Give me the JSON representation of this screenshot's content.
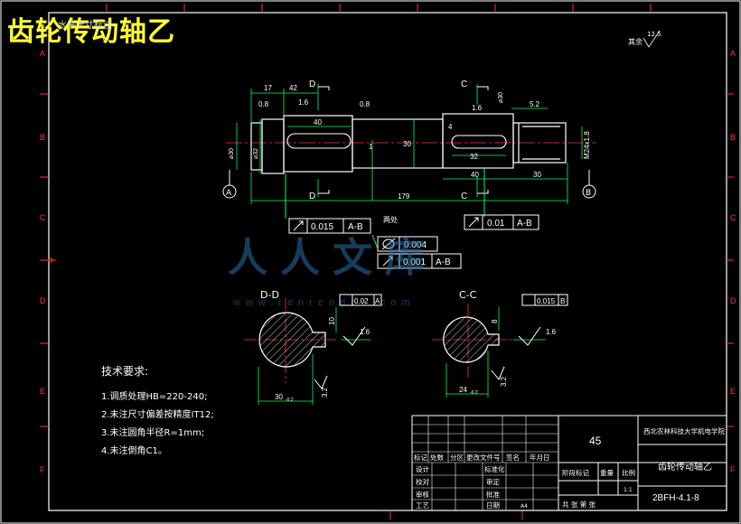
{
  "title": "齿轮传动轴乙",
  "title_tag": "水平尺寸标注",
  "roughness_note": {
    "label": "其余",
    "value": "12.5"
  },
  "border_letters": [
    "A",
    "B",
    "C",
    "D",
    "E",
    "F"
  ],
  "shaft": {
    "dims": {
      "d17": "17",
      "d42": "42",
      "d08a": "0.8",
      "d08b": "0.8",
      "d16a": "1.6",
      "d16b": "1.6",
      "d40key": "40",
      "d4": "4",
      "d52": "5.2",
      "d1": "1",
      "d30": "30",
      "d32": "32",
      "d40": "40",
      "d30b": "30",
      "d179": "179",
      "thread": "M24x1.8",
      "dia_left": "⌀30",
      "dia_left2": "⌀32",
      "dia_right": "⌀30"
    },
    "section_marks": {
      "D": "D",
      "C": "C"
    },
    "datums": {
      "A": "A",
      "B": "B"
    }
  },
  "tolerances": {
    "left": {
      "value": "0.015",
      "datum": "A-B"
    },
    "right": {
      "value": "0.01",
      "datum": "A-B"
    },
    "center_label": "两处",
    "cyl": {
      "value": "0.004"
    },
    "runout": {
      "value": "0.001",
      "datum": "A-B"
    }
  },
  "watermark": {
    "text": "人人文库",
    "url": "www.renrendoc.com"
  },
  "sections": {
    "dd": {
      "label": "D-D",
      "sym": "0.02",
      "datum": "A",
      "rough": "1.6",
      "depth": "10",
      "width": "30",
      "width_tol": "-0.2",
      "side": "3.2"
    },
    "cc": {
      "label": "C-C",
      "sym": "0.015",
      "datum": "B",
      "rough": "1.6",
      "depth": "8",
      "width": "24",
      "width_tol": "-0.2",
      "side": "3.2"
    }
  },
  "requirements": {
    "heading": "技术要求:",
    "items": [
      "1.调质处理HB=220-240;",
      "2.未注尺寸偏差按精度IT12;",
      "3.未注圆角半径R=1mm;",
      "4.未注倒角C1。"
    ]
  },
  "title_block": {
    "material": "45",
    "school": "西北农林科技大学机电学院",
    "part_name": "齿轮传动轴乙",
    "drawing_no": "2BFH-4.1-8",
    "rev_headers": [
      "标记",
      "处数",
      "分区",
      "更改文件号",
      "签名",
      "年月日"
    ],
    "roles": [
      "设计",
      "校对",
      "审核",
      "工艺"
    ],
    "mid_roles": [
      "标准化",
      "审定",
      "批准",
      "日期"
    ],
    "stage_label": "阶段标记",
    "weight_label": "重量",
    "scale_label": "比例",
    "scale_value": "1:1",
    "sheets_label": "共  张  第  张",
    "paper": "A4"
  }
}
